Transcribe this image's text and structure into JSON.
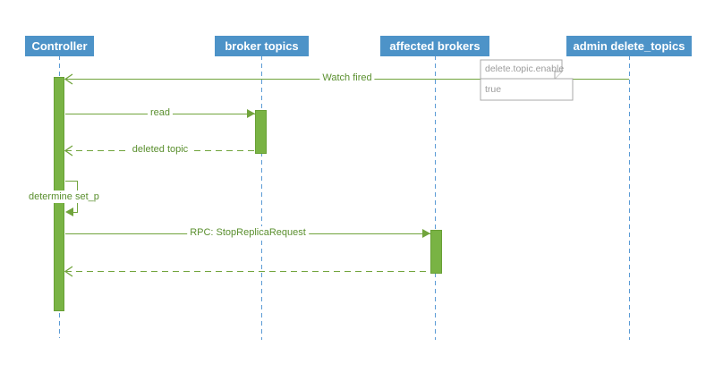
{
  "diagram": {
    "type": "sequence",
    "actors": [
      {
        "id": "controller",
        "label": "Controller"
      },
      {
        "id": "broker-topics",
        "label": "broker topics"
      },
      {
        "id": "affected-brokers",
        "label": "affected brokers"
      },
      {
        "id": "admin-delete-topics",
        "label": "admin delete_topics"
      }
    ],
    "messages": [
      {
        "from": "admin delete_topics",
        "to": "Controller",
        "label": "Watch fired",
        "line": "solid",
        "arrowhead": "open"
      },
      {
        "from": "Controller",
        "to": "broker topics",
        "label": "read",
        "line": "solid",
        "arrowhead": "filled"
      },
      {
        "from": "broker topics",
        "to": "Controller",
        "label": "deleted topic",
        "line": "dashed",
        "arrowhead": "open"
      },
      {
        "from": "Controller",
        "to": "Controller",
        "label": "determine set_p",
        "line": "solid",
        "arrowhead": "filled",
        "self": true
      },
      {
        "from": "Controller",
        "to": "affected brokers",
        "label": "RPC: StopReplicaRequest",
        "line": "solid",
        "arrowhead": "filled"
      },
      {
        "from": "affected brokers",
        "to": "Controller",
        "label": "",
        "line": "dashed",
        "arrowhead": "open"
      }
    ],
    "note": {
      "label": "delete.topic.enable",
      "value": "true"
    },
    "colors": {
      "actor_fill": "#4d93c8",
      "actor_text": "#ffffff",
      "lifeline": "#5b9bd5",
      "activation_fill": "#79b344",
      "activation_border": "#68a035",
      "message_line": "#71a43c",
      "message_text": "#5a8f2e",
      "note_border": "#a8a8a8",
      "note_text": "#9c9c9c"
    }
  }
}
